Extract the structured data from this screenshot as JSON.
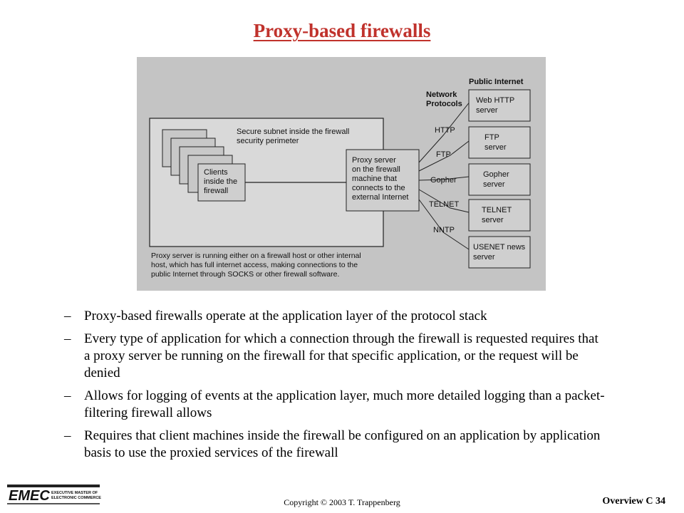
{
  "slide": {
    "title": "Proxy-based firewalls",
    "bullets": [
      "Proxy-based firewalls operate at the application layer of the protocol stack",
      "Every type of application for which a connection through the firewall is requested requires that a proxy server be running on the firewall for that specific application, or the request will be denied",
      "Allows for logging of events at the application layer, much more detailed logging than a packet-filtering firewall allows",
      "Requires that client machines inside the firewall be configured on an application by application basis to use the proxied services of the firewall"
    ],
    "bullet_marker": "–"
  },
  "diagram": {
    "public_internet": "Public Internet",
    "network_protocols": [
      "Network",
      "Protocols"
    ],
    "secure_subnet": [
      "Secure subnet inside the firewall",
      "security perimeter"
    ],
    "clients": [
      "Clients",
      "inside the",
      "firewall"
    ],
    "proxy": [
      "Proxy server",
      "on the firewall",
      "machine that",
      "connects to the",
      "external Internet"
    ],
    "protocols": [
      "HTTP",
      "FTP",
      "Gopher",
      "TELNET",
      "NNTP"
    ],
    "servers": [
      [
        "Web HTTP",
        "server"
      ],
      [
        "FTP",
        "server"
      ],
      [
        "Gopher",
        "server"
      ],
      [
        "TELNET",
        "server"
      ],
      [
        "USENET news",
        "server"
      ]
    ],
    "caption": [
      "Proxy server is running either on a firewall host or other internal",
      "host, which has full internet access, making connections to the",
      "public Internet through SOCKS or other firewall software."
    ]
  },
  "footer": {
    "copyright": "Copyright © 2003 T. Trappenberg",
    "page": "Overview C 34",
    "logo_text": "EMEC",
    "logo_sub": [
      "EXECUTIVE MASTER OF",
      "ELECTRONIC COMMERCE"
    ]
  }
}
